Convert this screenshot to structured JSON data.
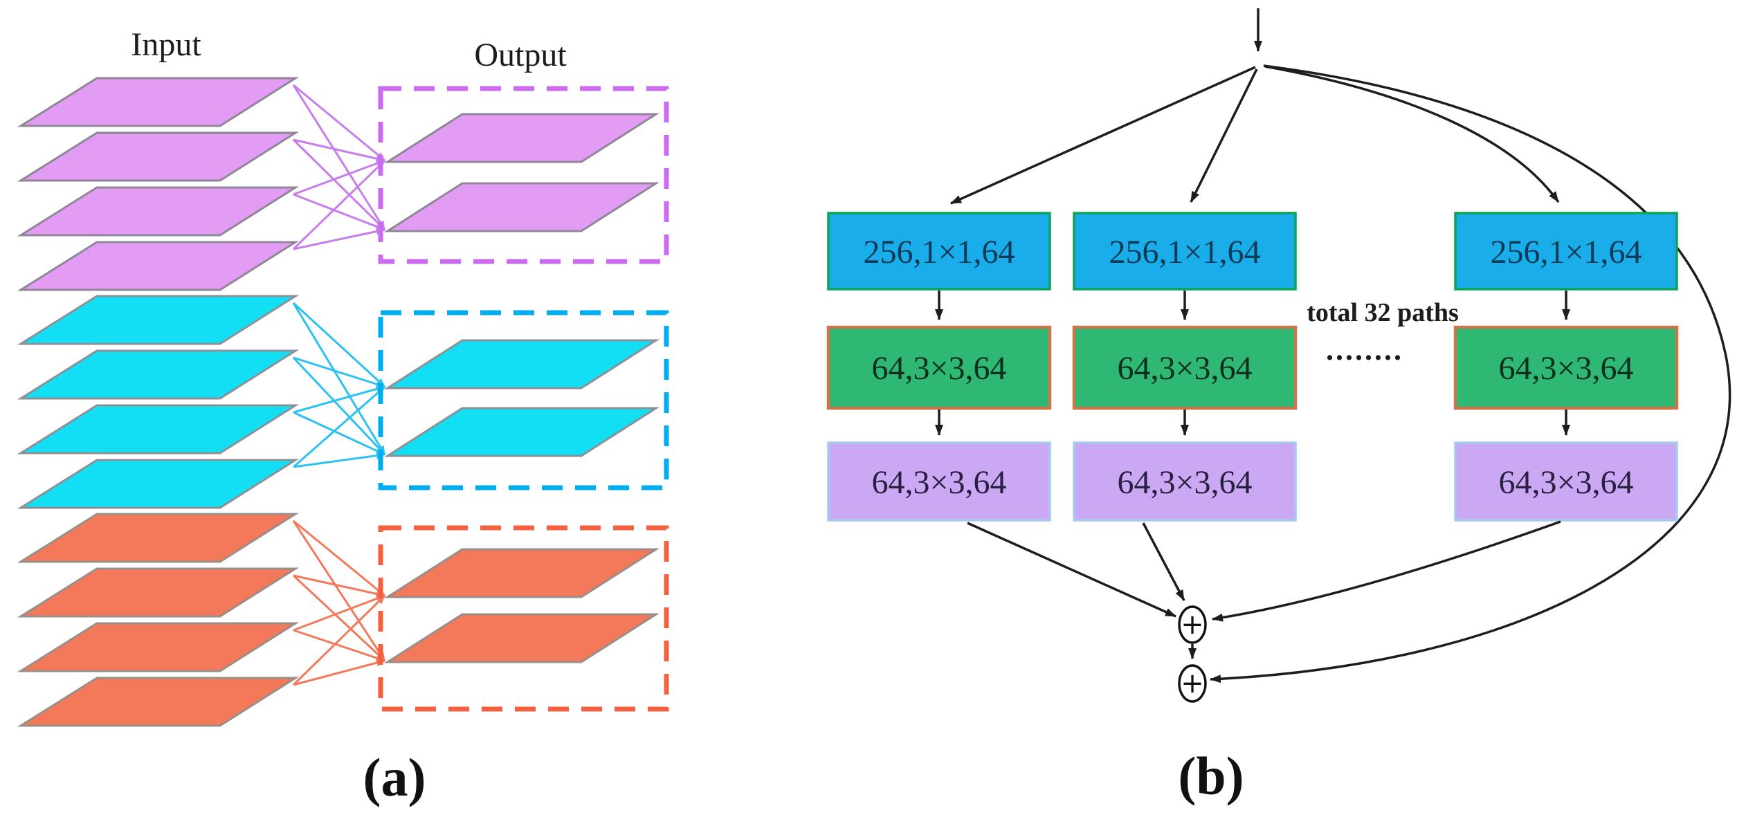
{
  "figure": {
    "panel_a": {
      "input_label": "Input",
      "output_label": "Output",
      "caption": "(a)",
      "inputs_per_group": 4,
      "outputs_per_group": 2,
      "groups": [
        {
          "name": "purple",
          "fill": "#E39CF3",
          "dashed_box": "#CB6BF2",
          "line": "#C77DEB"
        },
        {
          "name": "cyan",
          "fill": "#12DFF4",
          "dashed_box": "#00AEEF",
          "line": "#2BC1F2"
        },
        {
          "name": "orange",
          "fill": "#F4795B",
          "dashed_box": "#F4613F",
          "line": "#F4795B"
        }
      ]
    },
    "panel_b": {
      "caption": "(b)",
      "conv1_label": "256,1×1,64",
      "conv2_label": "64,3×3,64",
      "conv3_label": "64,3×3,64",
      "paths_note": "total 32 paths",
      "ellipsis": "........",
      "plus": "+",
      "num_columns_shown": 3,
      "colors": {
        "conv1_fill": "#19AEE9",
        "conv1_border": "#0DA457",
        "conv2_fill": "#2EB874",
        "conv2_border": "#C8784A",
        "conv3_fill": "#CBA8F4",
        "conv3_border": "#A8C8F0",
        "arrow": "#1d1d1d"
      }
    }
  }
}
